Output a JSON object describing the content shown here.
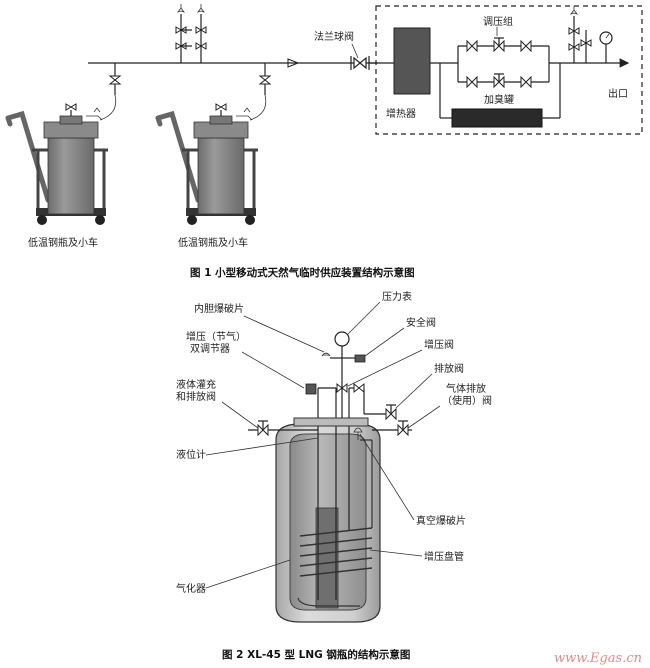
{
  "figure1": {
    "caption": "图 1   小型移动式天然气临时供应装置结构示意图",
    "labels": {
      "flange_valve": "法兰球阀",
      "regulator_group": "调压组",
      "heater": "增热器",
      "odorizer": "加臭罐",
      "outlet": "出口",
      "cart_left": "低温钢瓶及小车",
      "cart_right": "低温钢瓶及小车"
    }
  },
  "figure2": {
    "caption": "图 2    XL-45 型 LNG 钢瓶的结构示意图",
    "labels": {
      "inner_rupture_disc": "内胆爆破片",
      "pressure_gauge": "压力表",
      "safety_valve": "安全阀",
      "pressure_regulator_line1": "增压（节气）",
      "pressure_regulator_line2": "双调节器",
      "booster_valve": "增压阀",
      "vent_valve": "排放阀",
      "liquid_fill_line1": "液体灌充",
      "liquid_fill_line2": "和排放阀",
      "gas_vent_line1": "气体排放",
      "gas_vent_line2": "（使用）阀",
      "level_gauge": "液位计",
      "vacuum_rupture_disc": "真空爆破片",
      "booster_coil": "增压盘管",
      "vaporizer": "气化器"
    }
  },
  "watermark": "www.Egas.cn"
}
